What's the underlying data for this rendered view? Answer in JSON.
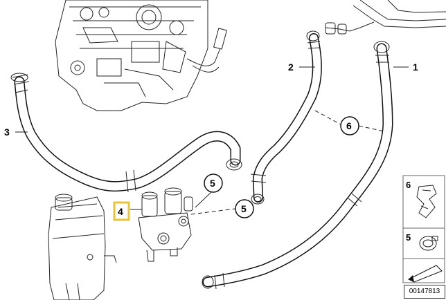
{
  "callouts": {
    "c1": "1",
    "c2": "2",
    "c3": "3",
    "c4": "4",
    "c5a": "5",
    "c5b": "5",
    "c6": "6"
  },
  "legend": {
    "item6": "6",
    "item5": "5"
  },
  "diagram_number": "00147813",
  "colors": {
    "highlight": "#e8c43a",
    "line": "#111111"
  }
}
